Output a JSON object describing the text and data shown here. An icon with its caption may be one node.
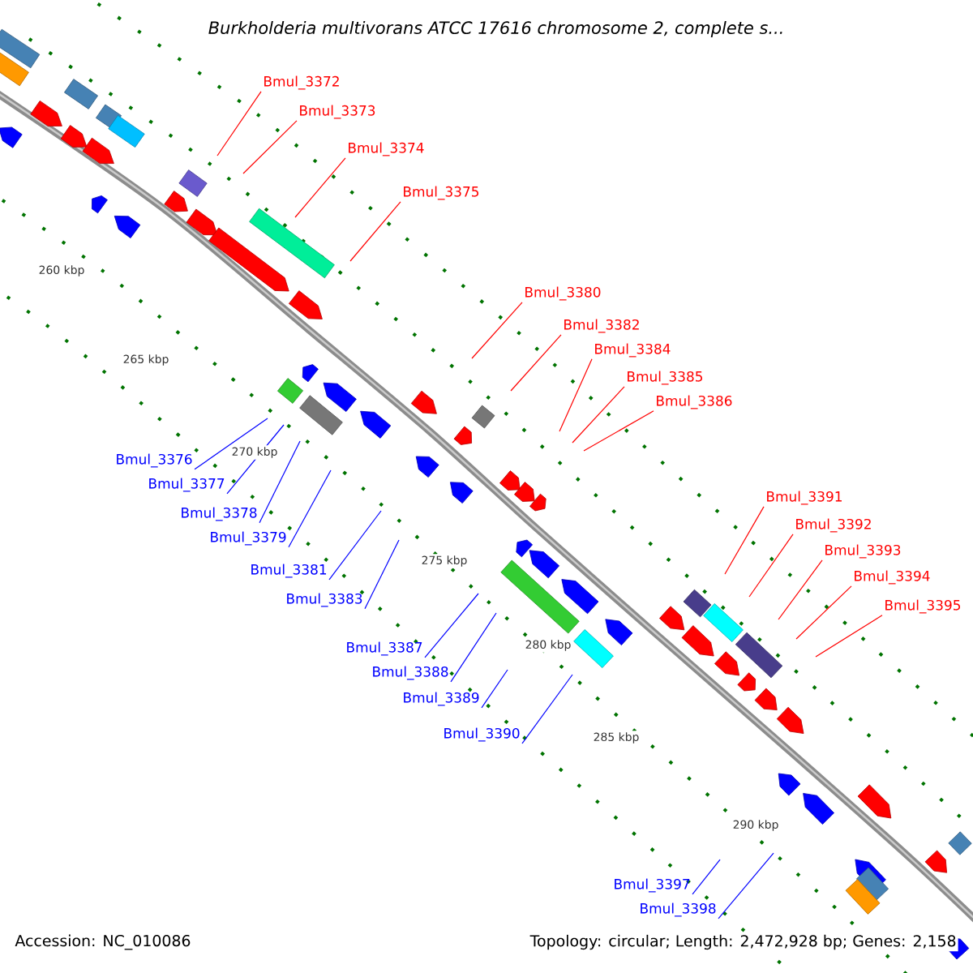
{
  "diagram": {
    "title": "Burkholderia multivorans ATCC 17616 chromosome 2, complete s...",
    "nodes": [
      {
        "text": [
          "Bmul_3372"
        ]
      },
      {
        "text": [
          "Bmul_3373"
        ]
      },
      {
        "text": [
          "Bmul_3374"
        ]
      },
      {
        "text": [
          "Bmul_3375"
        ]
      },
      {
        "text": [
          "Bmul_3380"
        ]
      },
      {
        "text": [
          "Bmul_3382"
        ]
      },
      {
        "text": [
          "Bmul_3384"
        ]
      },
      {
        "text": [
          "Bmul_3385"
        ]
      },
      {
        "text": [
          "Bmul_3386"
        ]
      },
      {
        "text": [
          "Bmul_3376"
        ]
      },
      {
        "text": [
          "Bmul_3377"
        ]
      },
      {
        "text": [
          "Bmul_3378"
        ]
      },
      {
        "text": [
          "Bmul_3379"
        ]
      },
      {
        "text": [
          "Bmul_3381"
        ]
      },
      {
        "text": [
          "Bmul_3383"
        ]
      },
      {
        "text": [
          "Bmul_3391"
        ]
      },
      {
        "text": [
          "Bmul_3392"
        ]
      },
      {
        "text": [
          "Bmul_3393"
        ]
      },
      {
        "text": [
          "Bmul_3394"
        ]
      },
      {
        "text": [
          "Bmul_3395"
        ]
      },
      {
        "text": [
          "Bmul_3387"
        ]
      },
      {
        "text": [
          "Bmul_3388"
        ]
      },
      {
        "text": [
          "Bmul_3389"
        ]
      },
      {
        "text": [
          "Bmul_3390"
        ]
      },
      {
        "text": [
          "Bmul_3397"
        ]
      },
      {
        "text": [
          "Bmul_3398"
        ]
      }
    ],
    "edges": [
      {
        "from": 0,
        "to": null,
        "arrow": "none",
        "color": "#ff0000"
      },
      {
        "from": 1,
        "to": null,
        "arrow": "none",
        "color": "#ff0000"
      },
      {
        "from": 2,
        "to": null,
        "arrow": "none",
        "color": "#ff0000"
      },
      {
        "from": 3,
        "to": null,
        "arrow": "none",
        "color": "#ff0000"
      },
      {
        "from": 4,
        "to": null,
        "arrow": "none",
        "color": "#ff0000"
      },
      {
        "from": 5,
        "to": null,
        "arrow": "none",
        "color": "#ff0000"
      },
      {
        "from": 6,
        "to": null,
        "arrow": "none",
        "color": "#ff0000"
      },
      {
        "from": 7,
        "to": null,
        "arrow": "none",
        "color": "#ff0000"
      },
      {
        "from": 8,
        "to": null,
        "arrow": "none",
        "color": "#ff0000"
      },
      {
        "from": 9,
        "to": null,
        "arrow": "none",
        "color": "#0000ff"
      },
      {
        "from": 10,
        "to": null,
        "arrow": "none",
        "color": "#0000ff"
      },
      {
        "from": 11,
        "to": null,
        "arrow": "none",
        "color": "#0000ff"
      },
      {
        "from": 12,
        "to": null,
        "arrow": "none",
        "color": "#0000ff"
      },
      {
        "from": 13,
        "to": null,
        "arrow": "none",
        "color": "#0000ff"
      },
      {
        "from": 14,
        "to": null,
        "arrow": "none",
        "color": "#0000ff"
      },
      {
        "from": 15,
        "to": null,
        "arrow": "none",
        "color": "#ff0000"
      },
      {
        "from": 16,
        "to": null,
        "arrow": "none",
        "color": "#ff0000"
      },
      {
        "from": 17,
        "to": null,
        "arrow": "none",
        "color": "#ff0000"
      },
      {
        "from": 18,
        "to": null,
        "arrow": "none",
        "color": "#ff0000"
      },
      {
        "from": 19,
        "to": null,
        "arrow": "none",
        "color": "#ff0000"
      },
      {
        "from": 20,
        "to": null,
        "arrow": "none",
        "color": "#0000ff"
      },
      {
        "from": 21,
        "to": null,
        "arrow": "none",
        "color": "#0000ff"
      },
      {
        "from": 22,
        "to": null,
        "arrow": "none",
        "color": "#0000ff"
      },
      {
        "from": 23,
        "to": null,
        "arrow": "none",
        "color": "#0000ff"
      },
      {
        "from": 24,
        "to": null,
        "arrow": "none",
        "color": "#0000ff"
      },
      {
        "from": 25,
        "to": null,
        "arrow": "none",
        "color": "#0000ff"
      }
    ],
    "labels": [
      "260 kbp",
      "265 kbp",
      "270 kbp",
      "275 kbp",
      "280 kbp",
      "285 kbp",
      "290 kbp",
      "Accession: NC_010086",
      "Topology: circular; Length: 2,472,928 bp; Genes: 2,158"
    ]
  }
}
